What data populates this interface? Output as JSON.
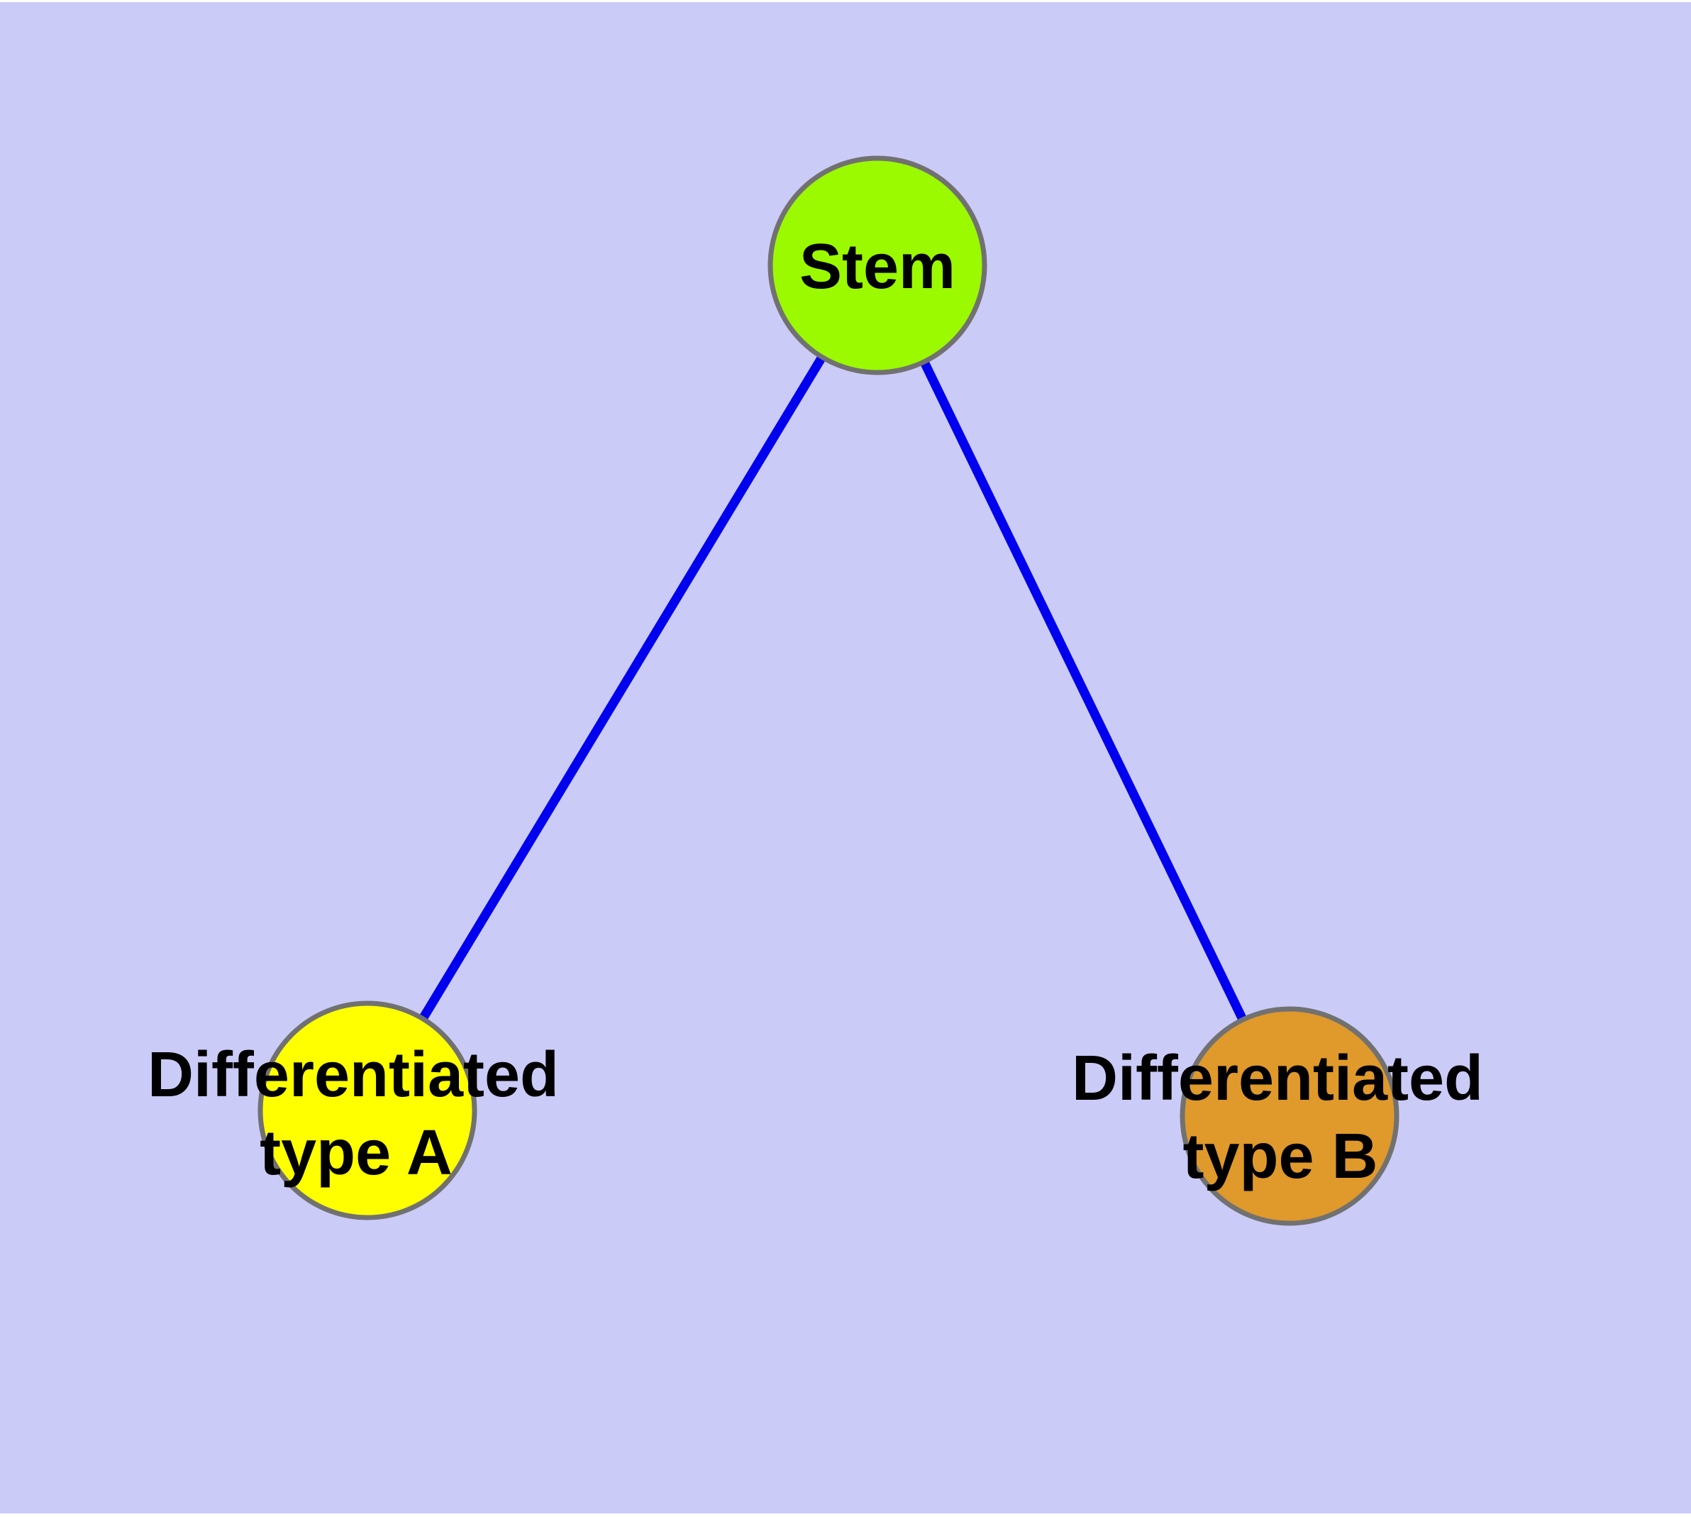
{
  "diagram": {
    "type": "node-link-graph",
    "background_color": "#cbcbf8",
    "page_color": "#ffffff",
    "edge_color": "#0000ee",
    "node_border_color": "#717171",
    "label_color": "#000000",
    "nodes": [
      {
        "id": "stem",
        "label": "Stem",
        "fill_color": "#9bf900",
        "shape": "circle"
      },
      {
        "id": "differentiated-type-a",
        "label": "Differentiated type A",
        "label_line1": "Differentiated",
        "label_line2": "type A",
        "fill_color": "#ffff00",
        "shape": "circle"
      },
      {
        "id": "differentiated-type-b",
        "label": "Differentiated type B",
        "label_line1": "Differentiated",
        "label_line2": "type B",
        "fill_color": "#e0992b",
        "shape": "circle"
      }
    ],
    "edges": [
      {
        "from": "Stem",
        "to": "Differentiated type A"
      },
      {
        "from": "Stem",
        "to": "Differentiated type B"
      }
    ]
  }
}
